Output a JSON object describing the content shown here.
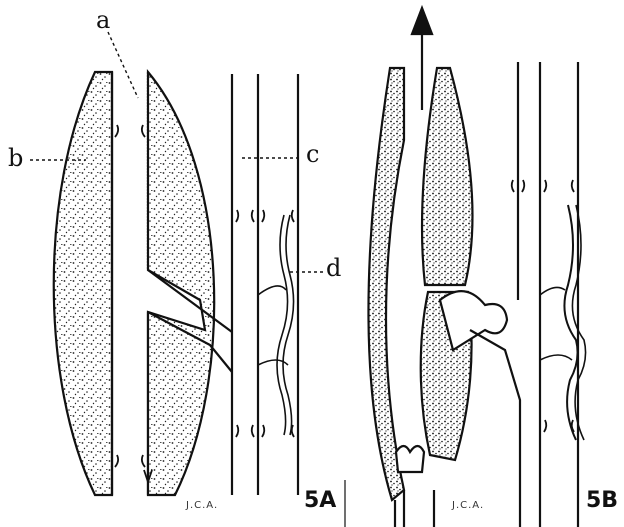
{
  "figure": {
    "labels": {
      "a": "a",
      "b": "b",
      "c": "c",
      "d": "d"
    },
    "panels": {
      "left": "5A",
      "right": "5B"
    },
    "signature_left": "J.C.A.",
    "signature_right": "J.C.A.",
    "flow_arrow": "up-arrow-icon",
    "colors": {
      "ink": "#111111",
      "stipple": "#222222",
      "background": "#ffffff"
    }
  }
}
